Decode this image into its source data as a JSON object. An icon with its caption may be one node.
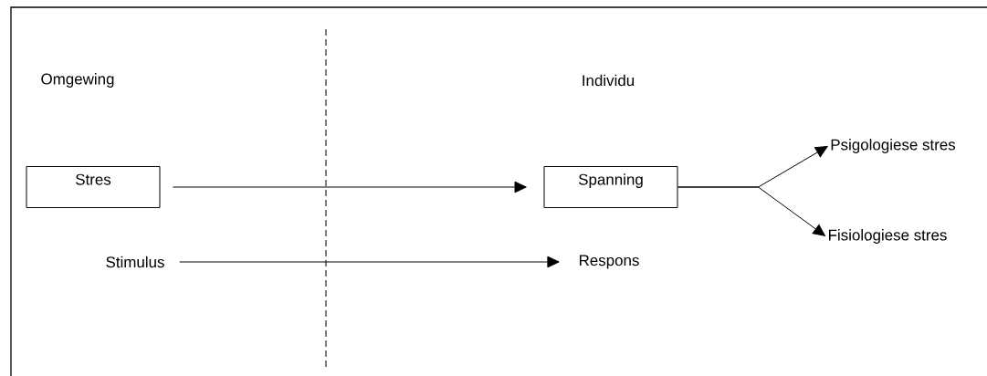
{
  "diagram": {
    "nodes": [
      {
        "text": [
          "Stres"
        ]
      },
      {
        "text": [
          "Spanning"
        ]
      },
      {
        "text": [
          "Psigologiese stres"
        ]
      },
      {
        "text": [
          "Fisiologiese stres"
        ]
      },
      {
        "text": [
          "Stimulus"
        ]
      },
      {
        "text": [
          "Respons"
        ]
      }
    ],
    "edges": [
      {
        "from": 0,
        "to": 1,
        "arrow": "to"
      },
      {
        "from": 1,
        "to": 2,
        "arrow": "to"
      },
      {
        "from": 1,
        "to": 3,
        "arrow": "to"
      },
      {
        "from": 4,
        "to": 5,
        "arrow": "to"
      }
    ],
    "labels": [
      "Omgewing",
      "Individu"
    ]
  }
}
